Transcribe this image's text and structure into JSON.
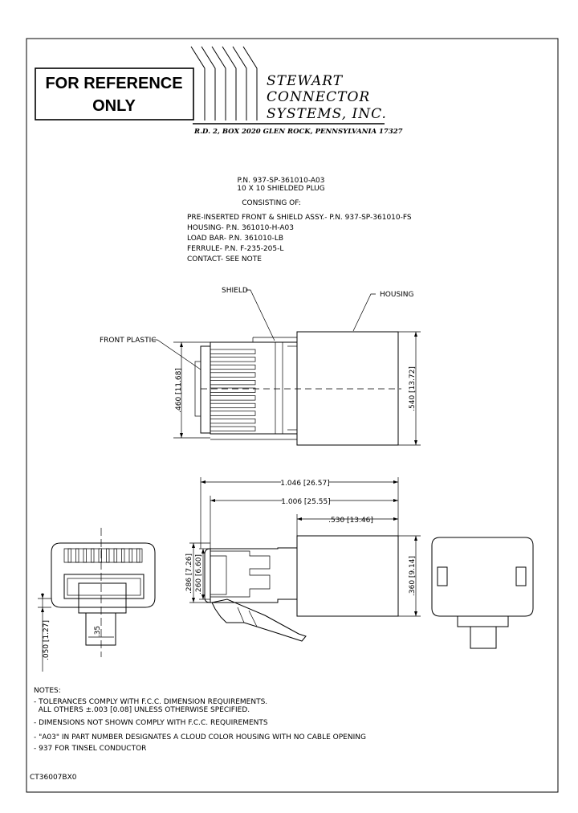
{
  "stamp": {
    "line1": "FOR REFERENCE",
    "line2": "ONLY"
  },
  "company": {
    "line1": "STEWART",
    "line2": "CONNECTOR",
    "line3": "SYSTEMS,  INC.",
    "address": "R.D. 2, BOX 2020   GLEN ROCK, PENNSYLVANIA   17327"
  },
  "part": {
    "pn": "P.N. 937-SP-361010-A03",
    "desc": "10 X 10 SHIELDED PLUG",
    "consisting": "CONSISTING OF:",
    "lines": [
      "PRE-INSERTED FRONT & SHIELD ASSY.- P.N. 937-SP-361010-FS",
      "HOUSING-  P.N. 361010-H-A03",
      "LOAD BAR-  P.N. 361010-LB",
      "FERRULE-  P.N. F-235-205-L",
      "CONTACT-  SEE NOTE"
    ]
  },
  "callouts": {
    "shield": "SHIELD",
    "housing": "HOUSING",
    "front_plastic": "FRONT PLASTIC"
  },
  "dimensions": {
    "d460": ".460 [11.68]",
    "d540": ".540 [13.72]",
    "d1046": "1.046 [26.57]",
    "d1006": "1.006 [25.55]",
    "d530": ".530 [13.46]",
    "d286": ".286 [7.26]",
    "d260": ".260 [6.60]",
    "d360": ".360 [9.14]",
    "d050": ".050 [1.27]",
    "d_small": ".35"
  },
  "notes": {
    "title": "NOTES:",
    "items": [
      "- TOLERANCES COMPLY WITH F.C.C. DIMENSION REQUIREMENTS.",
      "  ALL OTHERS ±.003 [0.08] UNLESS OTHERWISE SPECIFIED.",
      "- DIMENSIONS NOT SHOWN COMPLY WITH F.C.C. REQUIREMENTS",
      "- \"A03\" IN PART NUMBER DESIGNATES A CLOUD COLOR HOUSING WITH NO CABLE OPENING",
      "- 937 FOR TINSEL CONDUCTOR"
    ]
  },
  "drawing_number": "CT36007BX0"
}
